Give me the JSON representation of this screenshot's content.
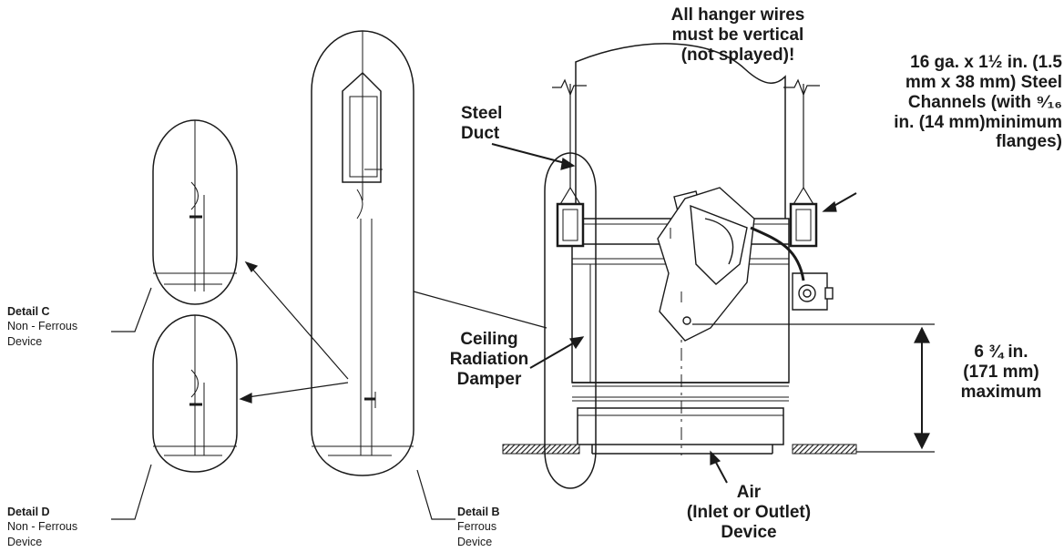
{
  "labels": {
    "hanger_wires": [
      "All hanger wires",
      "must be vertical",
      "(not splayed)!"
    ],
    "channels": [
      "16 ga. x 1½ in. (1.5",
      "mm x 38 mm) Steel",
      "Channels (with ⁹⁄₁₆",
      "in. (14 mm)minimum",
      "flanges)"
    ],
    "steel_duct": [
      "Steel",
      "Duct"
    ],
    "ceiling_damper": [
      "Ceiling",
      "Radiation",
      "Damper"
    ],
    "dimension": [
      "6 ¾ in.",
      "(171 mm)",
      "maximum"
    ],
    "air_device": [
      "Air",
      "(Inlet or Outlet)",
      "Device"
    ]
  },
  "details": {
    "c": {
      "title": "Detail C",
      "line1": "Non - Ferrous",
      "line2": "Device"
    },
    "d": {
      "title": "Detail D",
      "line1": "Non - Ferrous",
      "line2": "Device"
    },
    "b": {
      "title": "Detail B",
      "line1": "Ferrous",
      "line2": "Device"
    }
  },
  "colors": {
    "line": "#1a1a1a",
    "fill": "#ffffff",
    "ceiling": "#333333"
  }
}
